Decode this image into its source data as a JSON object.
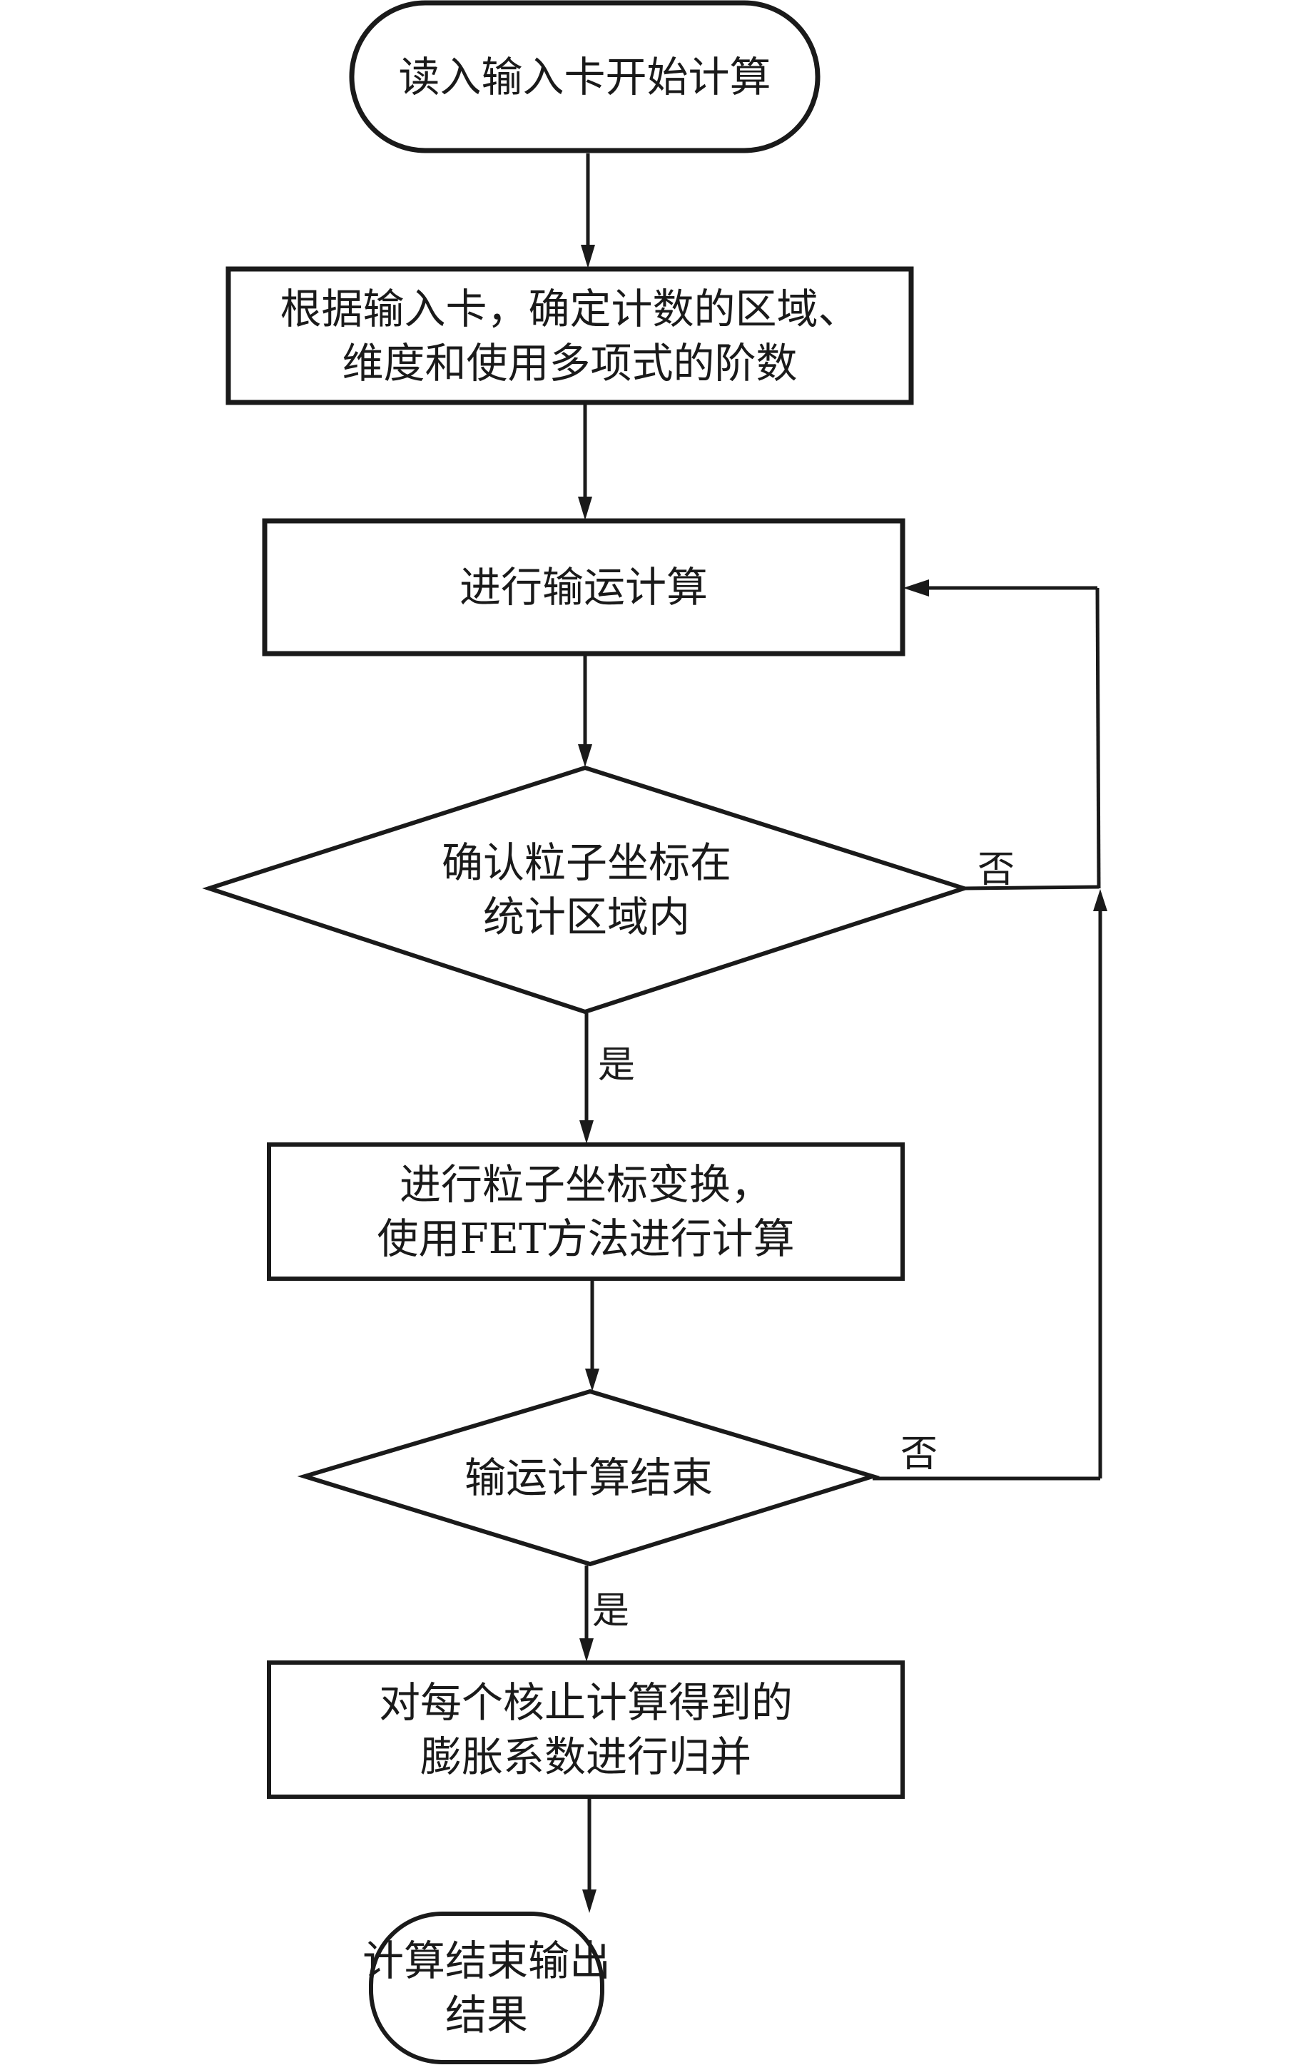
{
  "nodes": {
    "start": {
      "type": "terminal",
      "lines": [
        "读入输入卡开始计算"
      ]
    },
    "setup": {
      "type": "process",
      "lines": [
        "根据输入卡，确定计数的区域、",
        "维度和使用多项式的阶数"
      ]
    },
    "transport": {
      "type": "process",
      "lines": [
        "进行输运计算"
      ]
    },
    "check_region": {
      "type": "decision",
      "lines": [
        "确认粒子坐标在",
        "统计区域内"
      ]
    },
    "transform": {
      "type": "process",
      "lines": [
        "进行粒子坐标变换，",
        "使用FET方法进行计算"
      ]
    },
    "check_end": {
      "type": "decision",
      "lines": [
        "输运计算结束"
      ]
    },
    "merge": {
      "type": "process",
      "lines": [
        "对每个核止计算得到的",
        "膨胀系数进行归并"
      ]
    },
    "end": {
      "type": "terminal",
      "lines": [
        "计算结束输出结果"
      ]
    }
  },
  "labels": {
    "yes1": "是",
    "no1": "否",
    "yes2": "是",
    "no2": "否"
  },
  "colors": {
    "stroke": "#1a1a1a",
    "background": "#ffffff"
  }
}
